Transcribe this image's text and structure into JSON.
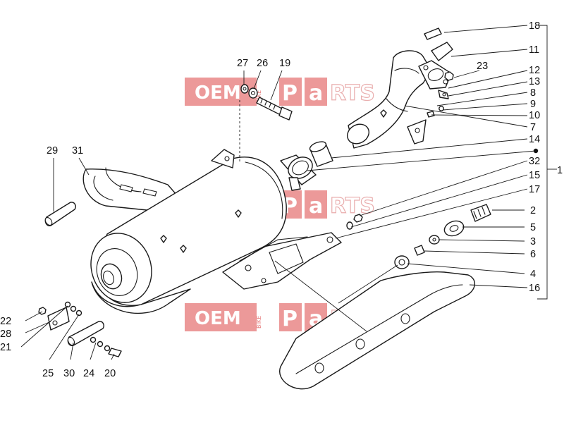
{
  "diagram": {
    "callouts": [
      {
        "id": "c18",
        "label": "18"
      },
      {
        "id": "c11",
        "label": "11"
      },
      {
        "id": "c23",
        "label": "23"
      },
      {
        "id": "c12",
        "label": "12"
      },
      {
        "id": "c13",
        "label": "13"
      },
      {
        "id": "c8",
        "label": "8"
      },
      {
        "id": "c9",
        "label": "9"
      },
      {
        "id": "c10",
        "label": "10"
      },
      {
        "id": "c7",
        "label": "7"
      },
      {
        "id": "c14",
        "label": "14"
      },
      {
        "id": "c1",
        "label": "1"
      },
      {
        "id": "c32",
        "label": "32"
      },
      {
        "id": "c15",
        "label": "15"
      },
      {
        "id": "c17",
        "label": "17"
      },
      {
        "id": "c2",
        "label": "2"
      },
      {
        "id": "c5",
        "label": "5"
      },
      {
        "id": "c3",
        "label": "3"
      },
      {
        "id": "c6",
        "label": "6"
      },
      {
        "id": "c4",
        "label": "4"
      },
      {
        "id": "c16",
        "label": "16"
      },
      {
        "id": "c27",
        "label": "27"
      },
      {
        "id": "c26",
        "label": "26"
      },
      {
        "id": "c19",
        "label": "19"
      },
      {
        "id": "c29",
        "label": "29"
      },
      {
        "id": "c31",
        "label": "31"
      },
      {
        "id": "c22",
        "label": "22"
      },
      {
        "id": "c28",
        "label": "28"
      },
      {
        "id": "c21",
        "label": "21"
      },
      {
        "id": "c25",
        "label": "25"
      },
      {
        "id": "c30",
        "label": "30"
      },
      {
        "id": "c24",
        "label": "24"
      },
      {
        "id": "c20",
        "label": "20"
      }
    ]
  },
  "watermark": {
    "oem": "OEM",
    "bike": "BIKE",
    "p": "P",
    "a": "a",
    "rts": "RTS",
    "color": "#e05a5a"
  }
}
